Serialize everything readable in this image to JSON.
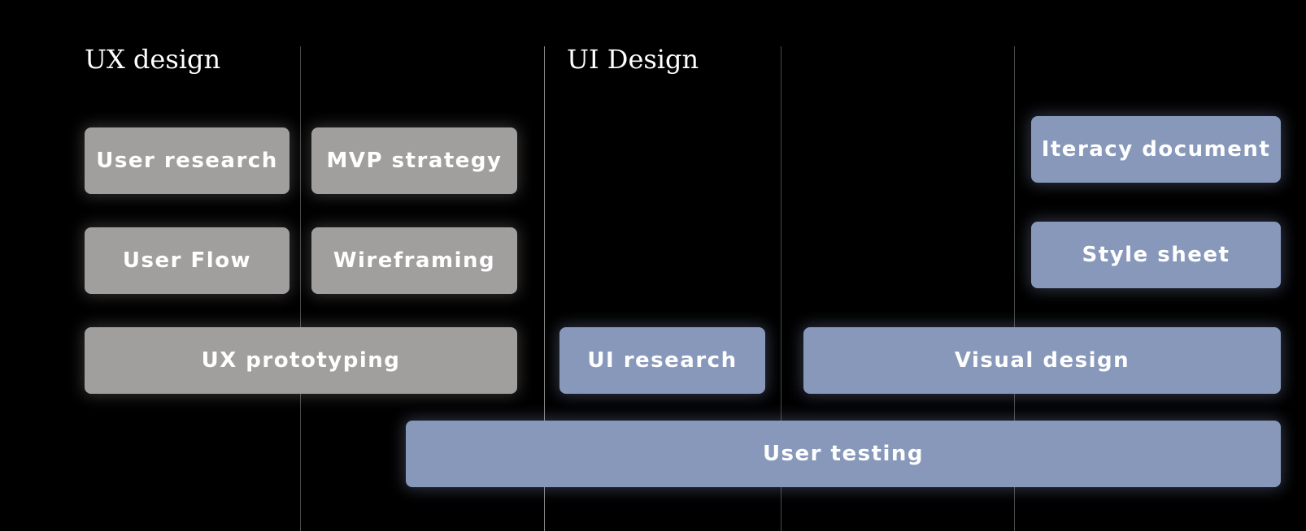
{
  "sections": {
    "ux": "UX design",
    "ui": "UI Design"
  },
  "boxes": {
    "user_research": "User research",
    "mvp_strategy": "MVP strategy",
    "user_flow": "User Flow",
    "wireframing": "Wireframing",
    "ux_prototyping": "UX prototyping",
    "ui_research": "UI research",
    "visual_design": "Visual design",
    "iteracy_document": "Iteracy document",
    "style_sheet": "Style sheet",
    "user_testing": "User testing"
  },
  "colors": {
    "background": "#000000",
    "ux_box": "#a19e9e",
    "ui_box": "#8798ba",
    "text": "#ffffff"
  }
}
